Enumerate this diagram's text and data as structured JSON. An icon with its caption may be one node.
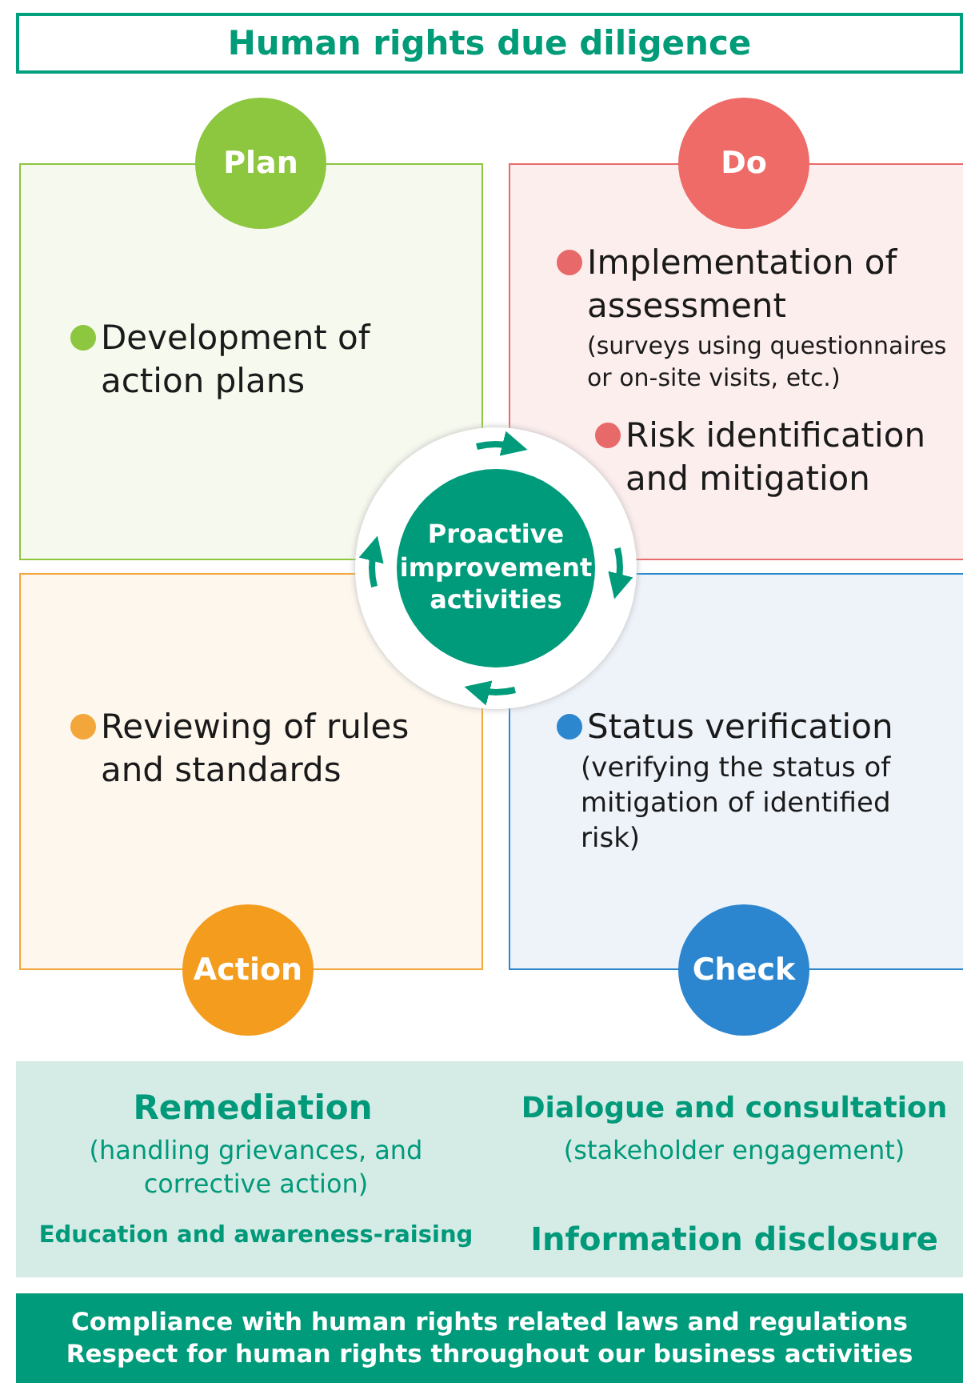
{
  "diagram": {
    "title": "Human rights due diligence",
    "nodes": [
      {
        "text": [
          "Plan"
        ]
      },
      {
        "text": [
          "Do"
        ]
      },
      {
        "text": [
          "Development of action plans"
        ]
      },
      {
        "text": [
          "Implementation of assessment",
          "(surveys using questionnaires or on-site visits, etc.)",
          "Risk identification and mitigation"
        ]
      },
      {
        "text": [
          "Proactive improvement activities"
        ]
      },
      {
        "text": [
          "Reviewing of rules and standards"
        ]
      },
      {
        "text": [
          "Status verification",
          "(verifying the status of mitigation of identified risk)"
        ]
      },
      {
        "text": [
          "Action"
        ]
      },
      {
        "text": [
          "Check"
        ]
      },
      {
        "text": [
          "Remediation",
          "(handling grievances, and corrective action)",
          "Dialogue and consultation",
          "(stakeholder engagement)",
          "Education and awareness-raising",
          "Information disclosure"
        ]
      },
      {
        "text": [
          "Compliance with human rights related laws and regulations",
          "Respect for human rights throughout our business activities"
        ]
      }
    ],
    "edges": [
      {
        "from": 2,
        "to": 3,
        "arrow": "to"
      },
      {
        "from": 3,
        "to": 6,
        "arrow": "to"
      },
      {
        "from": 6,
        "to": 5,
        "arrow": "to"
      },
      {
        "from": 5,
        "to": 2,
        "arrow": "to"
      }
    ]
  }
}
